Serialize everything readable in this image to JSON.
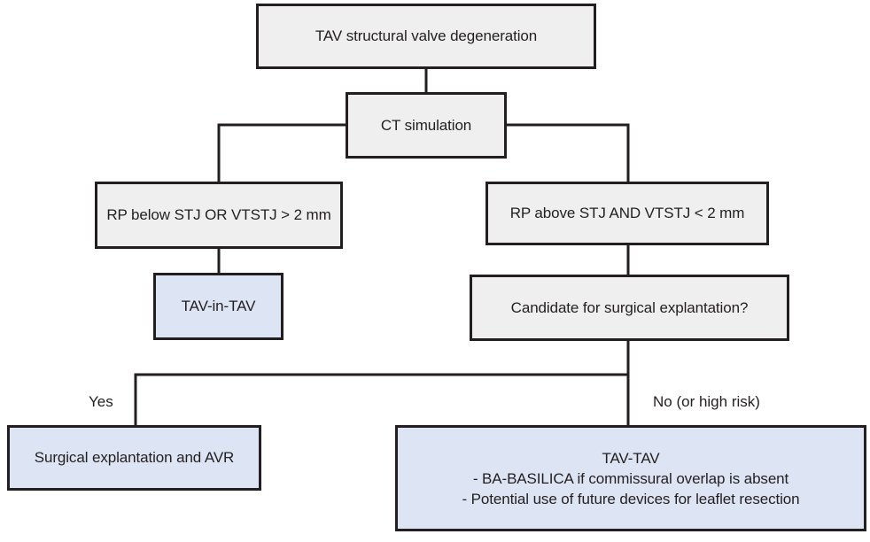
{
  "nodes": {
    "root": "TAV structural valve degeneration",
    "ct": "CT simulation",
    "left_condition": "RP below STJ OR VTSTJ > 2 mm",
    "right_condition": "RP above STJ AND VTSTJ < 2 mm",
    "tav_in_tav": "TAV-in-TAV",
    "candidate": "Candidate for surgical explantation?",
    "surgical": "Surgical explantation and AVR",
    "tav_tav": {
      "title": "TAV-TAV",
      "lines": [
        "- BA-BASILICA if commissural overlap is absent",
        "- Potential use of future devices for leaflet resection"
      ]
    }
  },
  "edge_labels": {
    "yes": "Yes",
    "no": "No (or high risk)"
  },
  "colors": {
    "stroke": "#231f20",
    "gray_fill": "#efefef",
    "blue_fill": "#dde5f4"
  }
}
